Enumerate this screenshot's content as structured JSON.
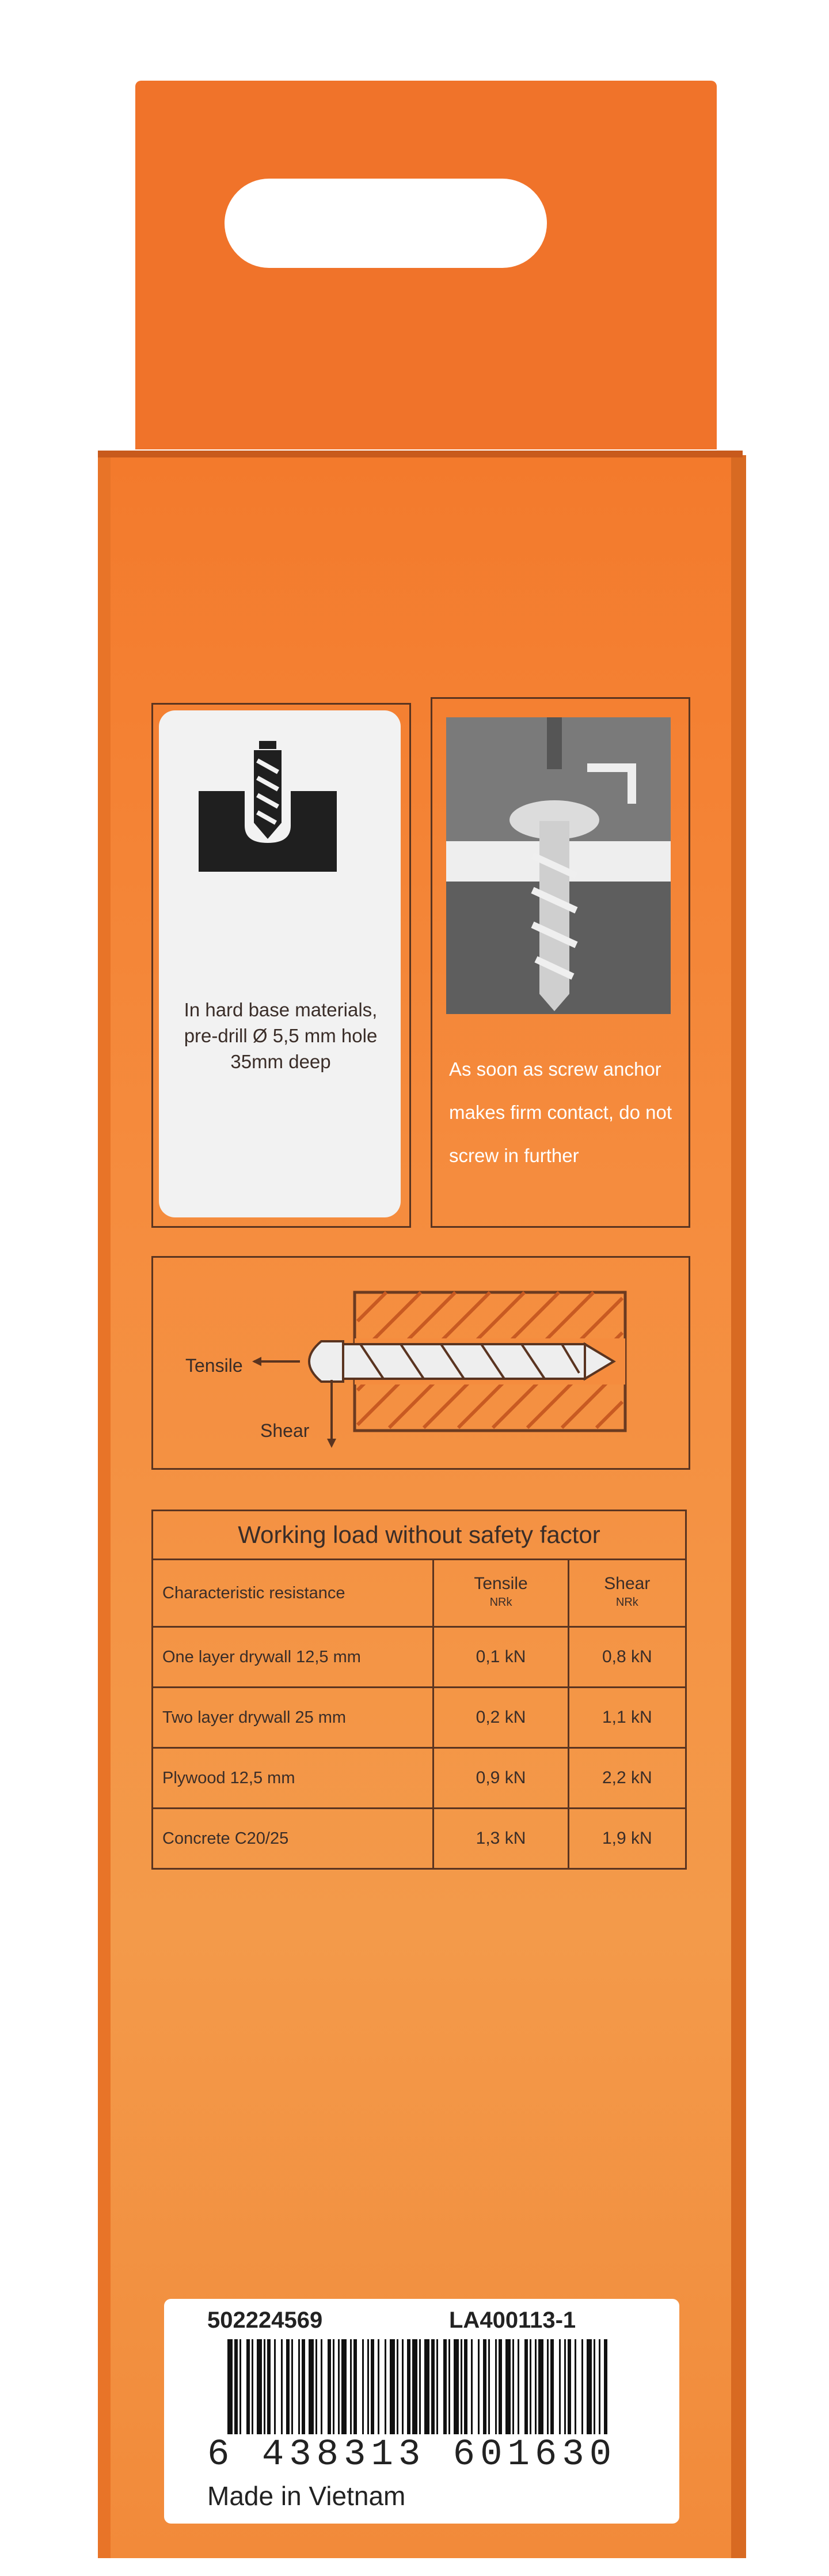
{
  "instructions": {
    "predrill_text": "In hard base materials, pre-drill Ø 5,5 mm hole 35mm deep",
    "anchor_text": "As soon as screw anchor makes firm contact, do not screw in further"
  },
  "forces": {
    "tensile_label": "Tensile",
    "shear_label": "Shear"
  },
  "load_table": {
    "title": "Working load without safety factor",
    "header": {
      "col1": "Characteristic resistance",
      "col2": "Tensile",
      "col2_sub": "NRk",
      "col3": "Shear",
      "col3_sub": "NRk"
    },
    "rows": [
      {
        "material": "One layer drywall 12,5 mm",
        "tensile": "0,1 kN",
        "shear": "0,8 kN"
      },
      {
        "material": "Two layer drywall 25 mm",
        "tensile": "0,2 kN",
        "shear": "1,1 kN"
      },
      {
        "material": "Plywood 12,5 mm",
        "tensile": "0,9 kN",
        "shear": "2,2 kN"
      },
      {
        "material": "Concrete C20/25",
        "tensile": "1,3 kN",
        "shear": "1,9 kN"
      }
    ]
  },
  "product_label": {
    "article_number": "502224569",
    "batch_code": "LA400113-1",
    "ean": "6 438313 601630",
    "origin": "Made in Vietnam"
  },
  "colors": {
    "box_orange": "#f37a2c",
    "line_brown": "#5a3420",
    "card_grey": "#f2f2f2"
  }
}
